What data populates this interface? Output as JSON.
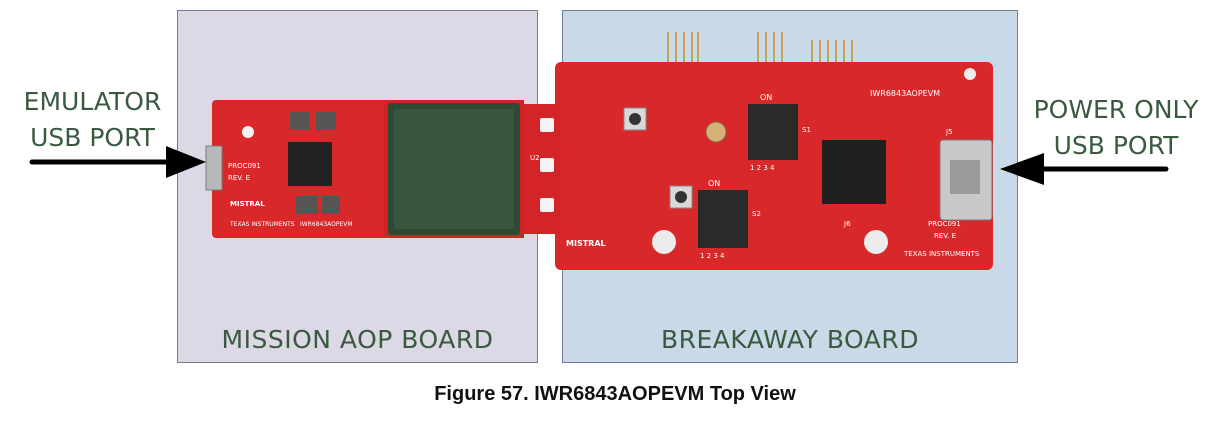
{
  "labels": {
    "emulator_usb": [
      "EMULATOR",
      "USB PORT"
    ],
    "power_usb": [
      "POWER ONLY",
      "USB PORT"
    ],
    "mission_board": "MISSION AOP BOARD",
    "breakaway_board": "BREAKAWAY BOARD"
  },
  "silkscreen": {
    "brand": "TEXAS INSTRUMENTS",
    "product": "IWR6843AOPEVM",
    "pcb_code": "PROC091",
    "rev": "REV. E",
    "mistral": "MISTRAL",
    "switch_on": "ON",
    "switch_numbers": "1 2 3 4",
    "switch_s1": "S1",
    "switch_s2": "S2",
    "j5": "J5",
    "j6": "J6",
    "u2": "U2"
  },
  "caption": "Figure 57. IWR6843AOPEVM Top View",
  "colors": {
    "pcb": "#d8282a",
    "pcb_dark": "#b01c1e",
    "mission_panel": "#ddd8e6",
    "breakaway_panel": "#c9d9e8",
    "label_text": "#3a5a40",
    "arrow": "#000000"
  }
}
